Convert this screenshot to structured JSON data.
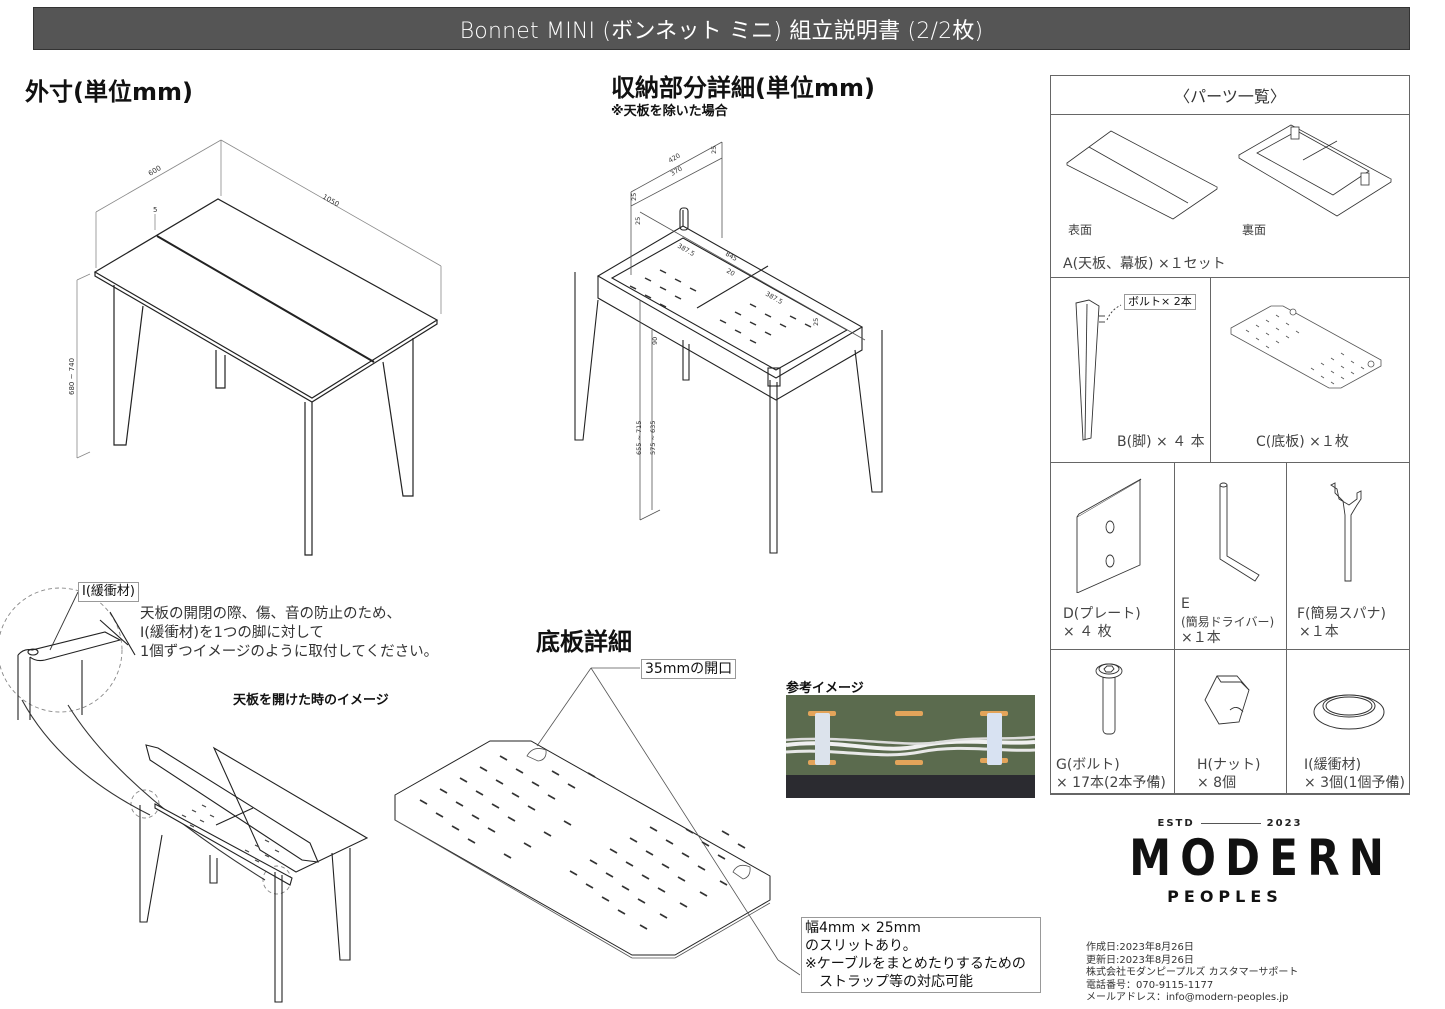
{
  "header": {
    "title": "Bonnet MINI (ボンネット ミニ) 組立説明書 (2/2枚)",
    "bg_color": "#555555"
  },
  "outer_dimensions": {
    "heading": "外寸(単位mm)",
    "dims": {
      "depth": "600",
      "width": "1050",
      "gap": "5",
      "height": "680 ~ 740"
    }
  },
  "storage_detail": {
    "heading": "収納部分詳細(単位mm)",
    "subheading": "※天板を除いた場合",
    "dims": {
      "outer": "420",
      "inner": "370",
      "side_a": "25",
      "side_b": "25",
      "side_c": "25",
      "length": "845",
      "half_1": "387.5",
      "half_2": "387.5",
      "divider": "20",
      "depth_25": "25",
      "frame_90": "90",
      "height_total": "655 ~ 715",
      "height_inner": "575 ~ 635"
    }
  },
  "cushion_note": {
    "callout": "I(緩衝材)",
    "lines": [
      "天板の開閉の際、傷、音の防止のため、",
      "I(緩衝材)を1つの脚に対して",
      "1個ずつイメージのように取付してください。"
    ],
    "image_caption": "天板を開けた時のイメージ"
  },
  "bottom_detail": {
    "heading": "底板詳細",
    "opening_callout": "35mmの開口",
    "slit_callout": [
      "幅4mm × 25mm",
      "のスリットあり。",
      "※ケーブルをまとめたりするための",
      "　ストラップ等の対応可能"
    ]
  },
  "reference_image": {
    "caption": "参考イメージ",
    "colors": {
      "board": "#5a6a4c",
      "slot": "#e3a45a",
      "strap": "#dfe6f0",
      "cable": "#f2f2f2",
      "shadow": "#2a2a2e"
    }
  },
  "parts_list": {
    "title": "〈パーツ一覧〉",
    "a": {
      "front_label": "表面",
      "back_label": "裏面",
      "name": "A(天板、幕板) ×１セット"
    },
    "b": {
      "callout": "ボルト× 2本",
      "name": "B(脚) × ４ 本"
    },
    "c": {
      "name": "C(底板) ×１枚"
    },
    "d": {
      "line1": "D(プレート)",
      "line2": "× ４ 枚"
    },
    "e": {
      "line1": "E",
      "line2": "(簡易ドライバー)",
      "line3": "×１本"
    },
    "f": {
      "line1": "F(簡易スパナ)",
      "line2": "×１本"
    },
    "g": {
      "line1": "G(ボルト)",
      "line2": "× 17本(2本予備)"
    },
    "h": {
      "line1": "H(ナット)",
      "line2": "× 8個"
    },
    "i": {
      "line1": "I(緩衝材)",
      "line2": "× 3個(1個予備)"
    }
  },
  "brand": {
    "estd": "ESTD",
    "year": "2023",
    "name": "MODERN",
    "sub": "PEOPLES"
  },
  "info": {
    "created": "作成日:2023年8月26日",
    "updated": "更新日:2023年8月26日",
    "company": "株式会社モダンピープルズ カスタマーサポート",
    "phone": "電話番号：070-9115-1177",
    "email": "メールアドレス：info@modern-peoples.jp"
  }
}
